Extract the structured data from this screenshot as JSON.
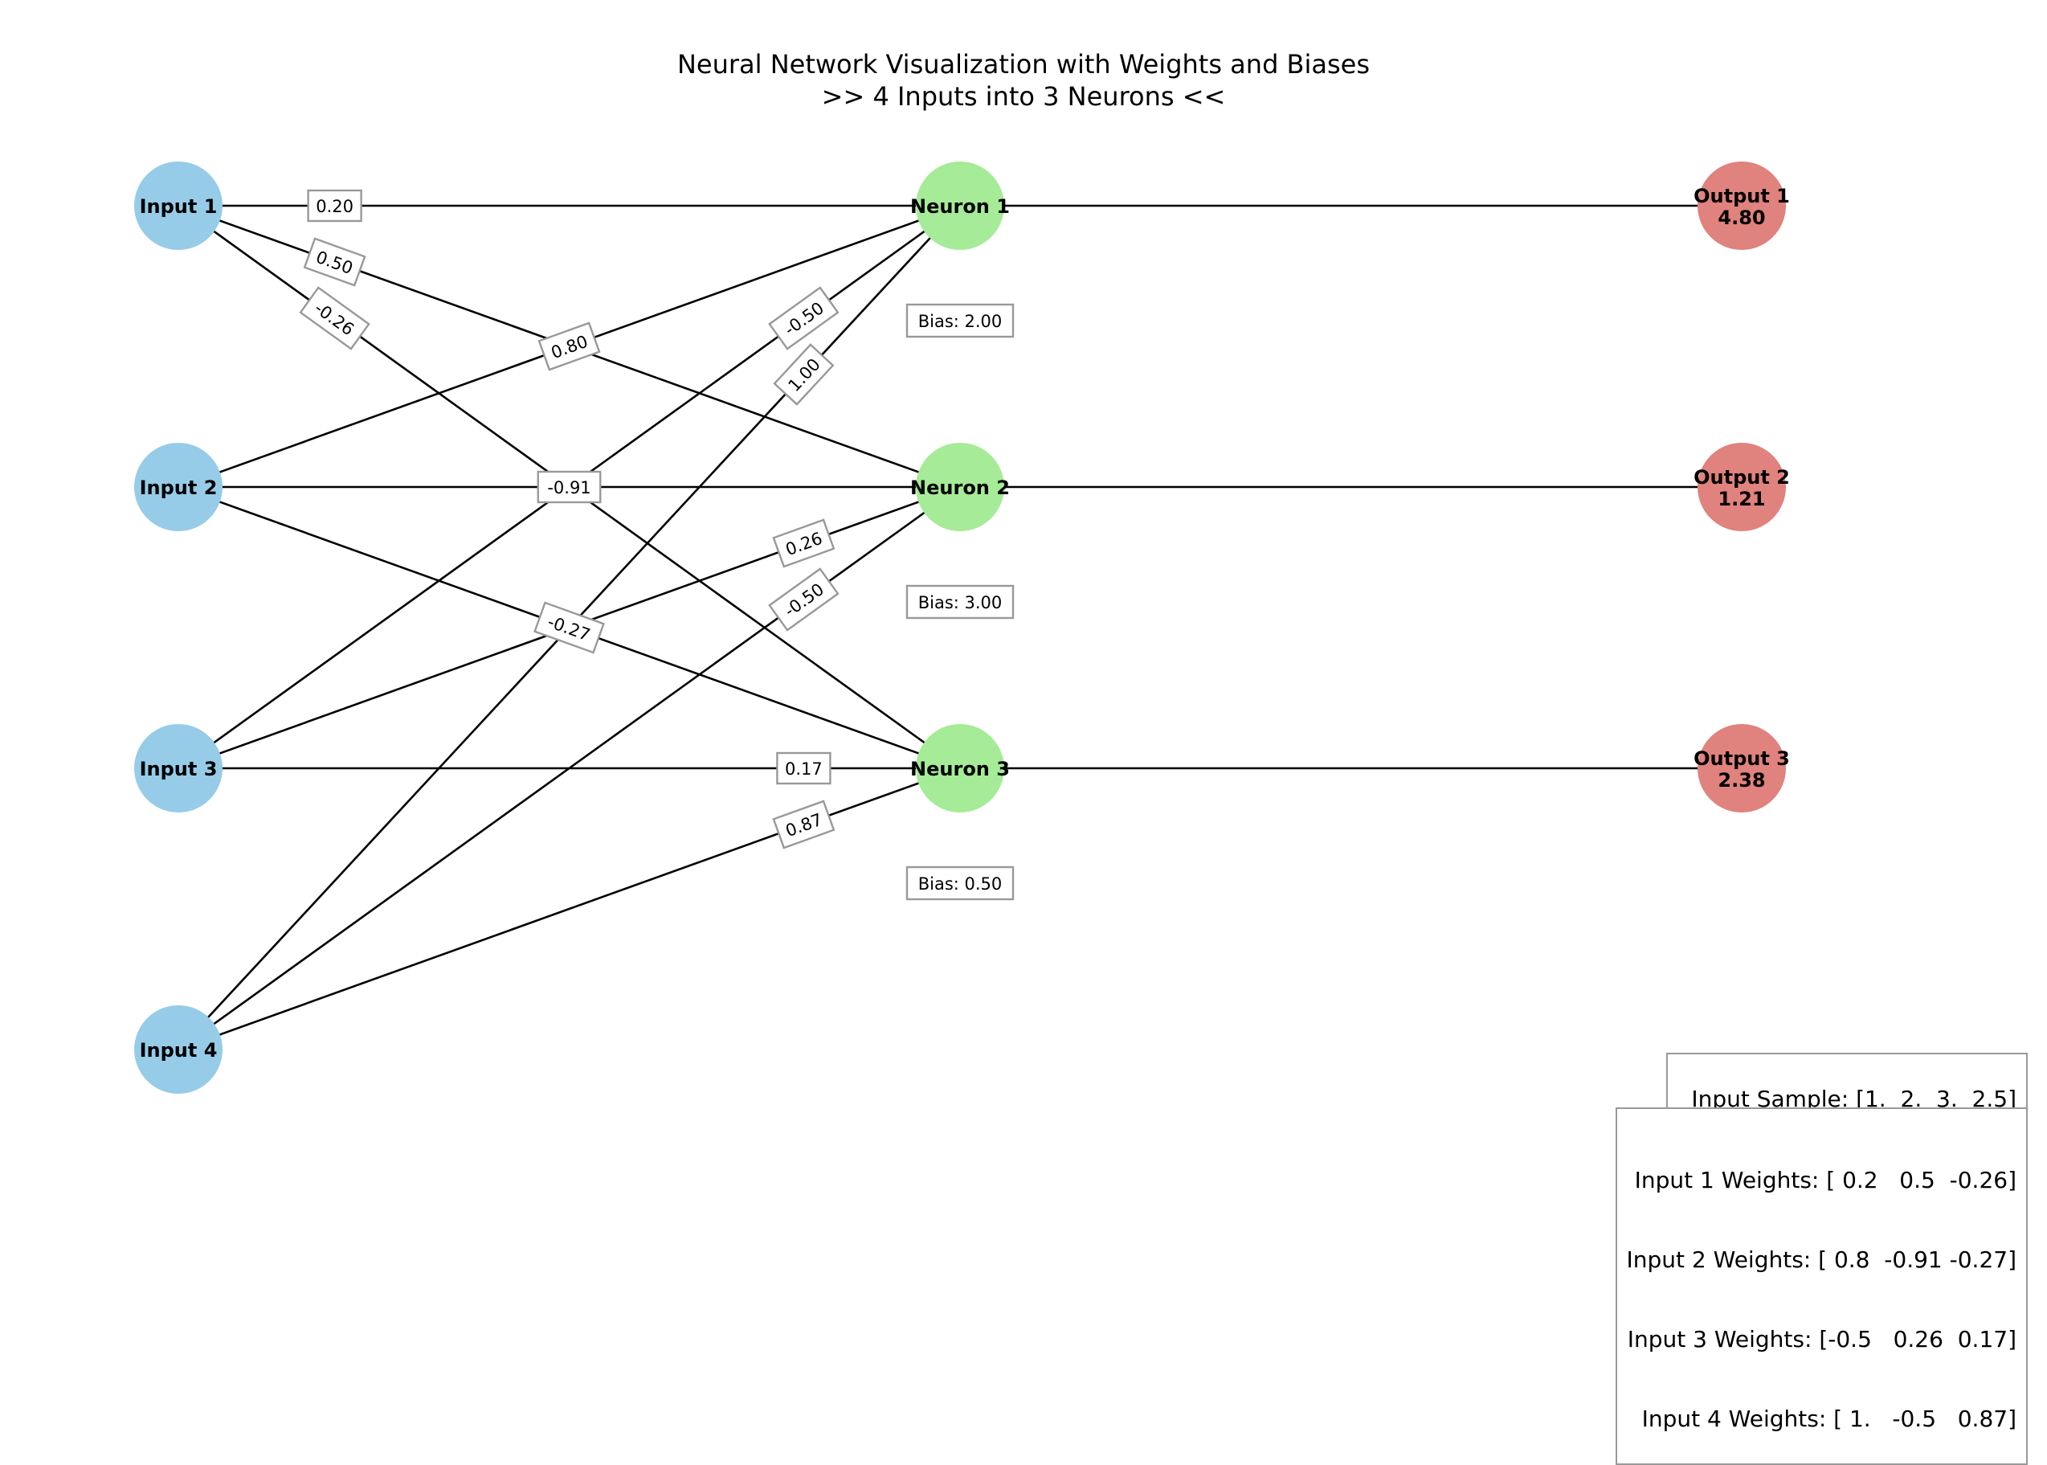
{
  "title": {
    "line1": "Neural Network Visualization with Weights and Biases",
    "line2": ">> 4 Inputs into 3 Neurons <<"
  },
  "colors": {
    "input_node": "#96cce8",
    "hidden_node": "#a6eb97",
    "output_node": "#e0827d",
    "edge": "#000000",
    "label_border": "#999999"
  },
  "inputs": [
    "Input 1",
    "Input 2",
    "Input 3",
    "Input 4"
  ],
  "neurons": [
    "Neuron 1",
    "Neuron 2",
    "Neuron 3"
  ],
  "outputs": [
    {
      "label": "Output 1",
      "value": "4.80"
    },
    {
      "label": "Output 2",
      "value": "1.21"
    },
    {
      "label": "Output 3",
      "value": "2.38"
    }
  ],
  "biases": [
    "Bias: 2.00",
    "Bias: 3.00",
    "Bias: 0.50"
  ],
  "weights": [
    [
      "0.20",
      "0.50",
      "-0.26"
    ],
    [
      "0.80",
      "-0.91",
      "-0.27"
    ],
    [
      "-0.50",
      "0.26",
      "0.17"
    ],
    [
      "1.00",
      "-0.50",
      "0.87"
    ]
  ],
  "info": {
    "sample": "Input Sample: [1.  2.  3.  2.5]",
    "weights_lines": [
      "Input 1 Weights: [ 0.2   0.5  -0.26]",
      "Input 2 Weights: [ 0.8  -0.91 -0.27]",
      "Input 3 Weights: [-0.5   0.26  0.17]",
      "Input 4 Weights: [ 1.   -0.5   0.87]"
    ]
  }
}
